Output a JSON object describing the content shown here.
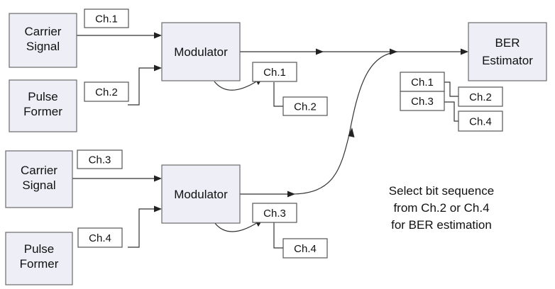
{
  "blocks": {
    "carrier_signal_top": {
      "line1": "Carrier",
      "line2": "Signal"
    },
    "pulse_former_top": {
      "line1": "Pulse",
      "line2": "Former"
    },
    "modulator_top": {
      "label": "Modulator"
    },
    "carrier_signal_bottom": {
      "line1": "Carrier",
      "line2": "Signal"
    },
    "pulse_former_bottom": {
      "line1": "Pulse",
      "line2": "Former"
    },
    "modulator_bottom": {
      "label": "Modulator"
    },
    "ber_estimator": {
      "line1": "BER",
      "line2": "Estimator"
    }
  },
  "channels": {
    "ch1": "Ch.1",
    "ch2": "Ch.2",
    "ch3": "Ch.3",
    "ch4": "Ch.4"
  },
  "note": {
    "line1": "Select bit sequence",
    "line2": "from Ch.2 or Ch.4",
    "line3": "for BER estimation"
  }
}
